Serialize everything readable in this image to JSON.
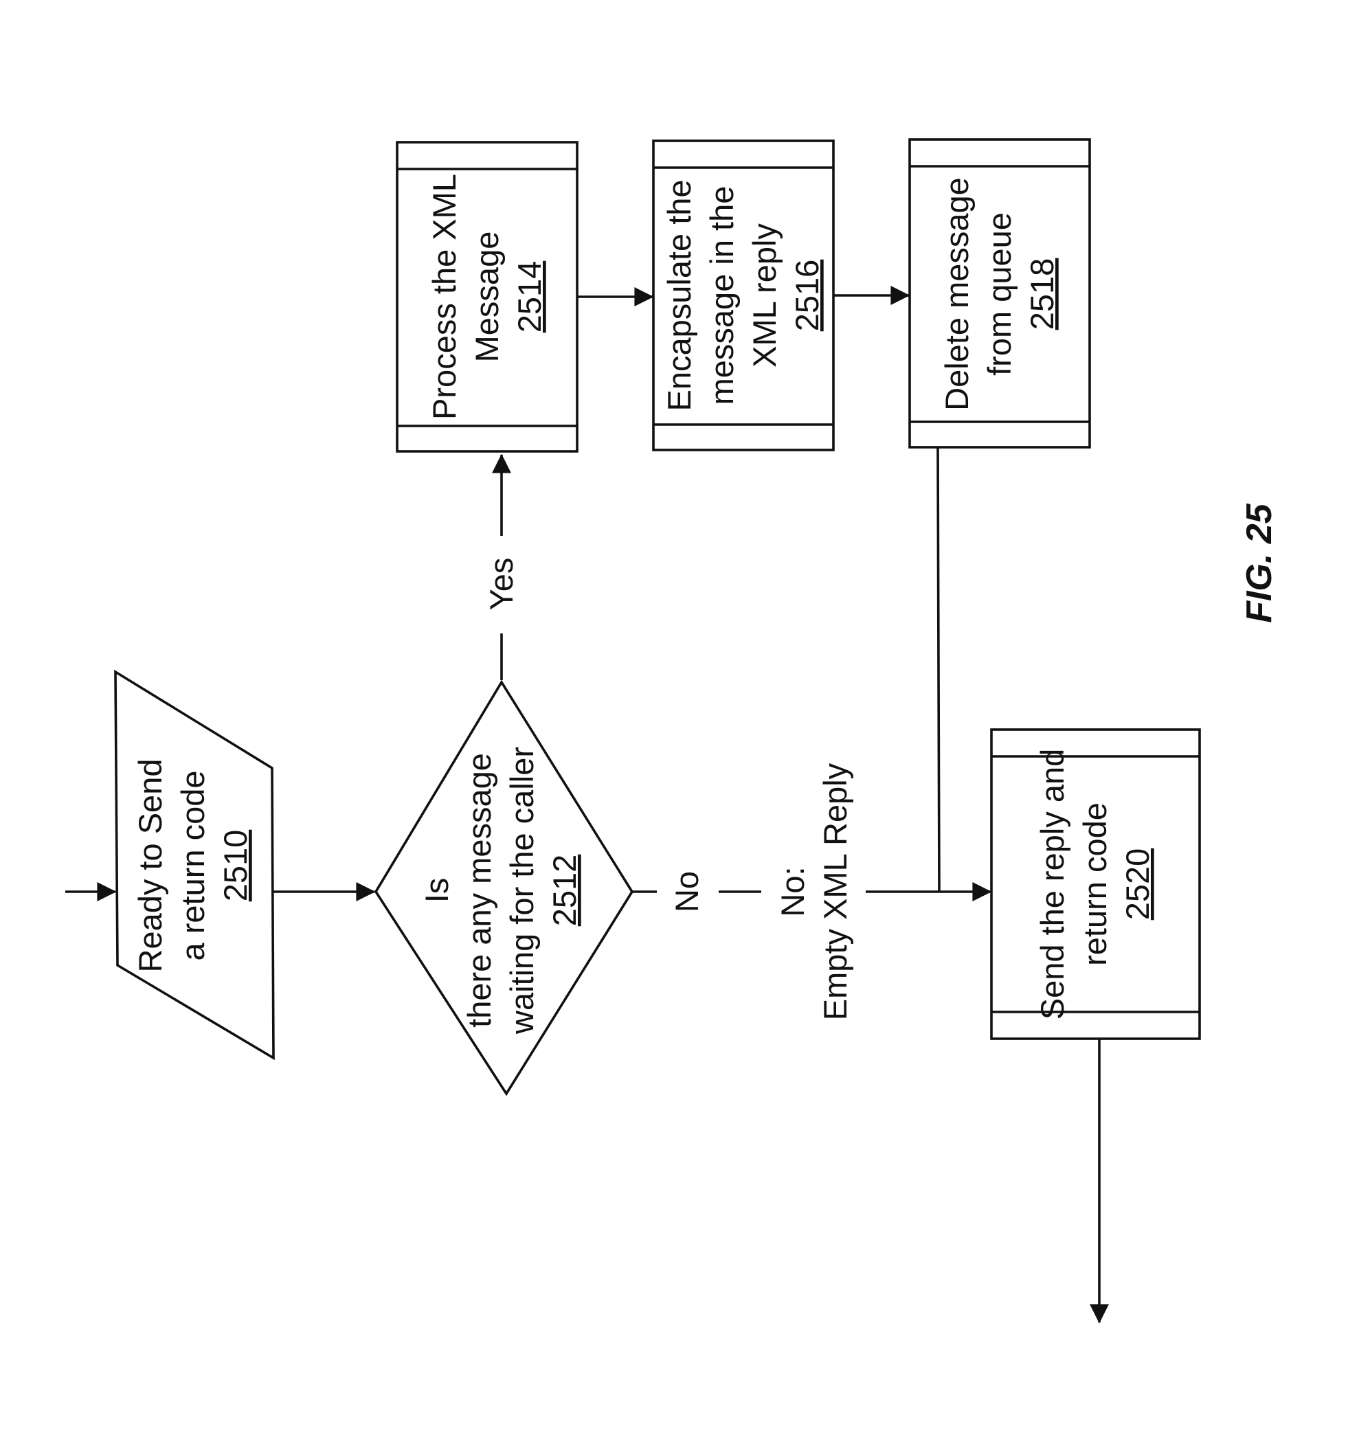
{
  "figure_label": "FIG. 25",
  "nodes": {
    "n2510": {
      "lines": [
        "Ready to Send",
        "a return code"
      ],
      "ref": "2510"
    },
    "n2512": {
      "lines": [
        "Is",
        "there any message",
        "waiting for the caller"
      ],
      "ref": "2512"
    },
    "n2514": {
      "lines": [
        "Process the XML",
        "Message"
      ],
      "ref": "2514"
    },
    "n2516": {
      "lines": [
        "Encapsulate the",
        "message in the",
        "XML reply"
      ],
      "ref": "2516"
    },
    "n2518": {
      "lines": [
        "Delete message",
        "from queue"
      ],
      "ref": "2518"
    },
    "n2520": {
      "lines": [
        "Send the reply and",
        "return code"
      ],
      "ref": "2520"
    }
  },
  "edge_labels": {
    "yes": "Yes",
    "no": "No",
    "no_empty": [
      "No:",
      "Empty XML Reply"
    ]
  }
}
